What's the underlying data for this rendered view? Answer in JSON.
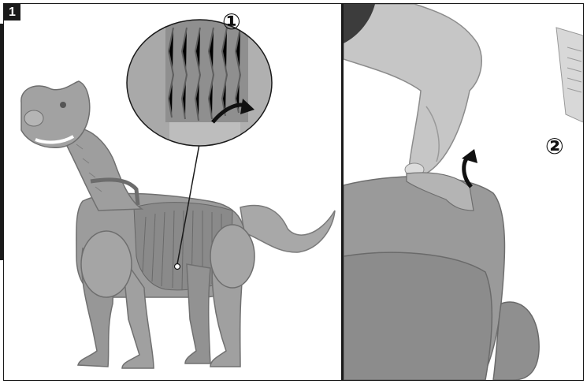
{
  "step": {
    "number": "1"
  },
  "callouts": [
    {
      "label": "①"
    },
    {
      "label": "②"
    }
  ],
  "colors": {
    "frame": "#1a1a1a",
    "toy": "#9a9a9a",
    "toy_dark": "#6f6f6f",
    "skin": "#c9c9c9"
  }
}
